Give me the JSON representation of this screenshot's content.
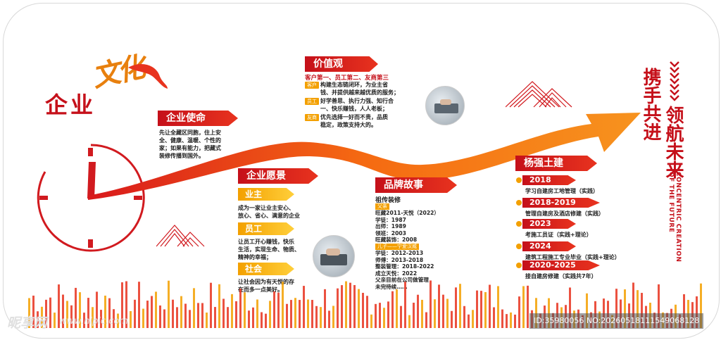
{
  "title": {
    "prefix": "企业",
    "calligraphy": "文化"
  },
  "colors": {
    "accent_red": "#c5101a",
    "accent_orange": "#f3a000",
    "arrow_orange": "#f56a12"
  },
  "mission": {
    "header": "企业使命",
    "text": "先让全藏区同胞，住上安\n全、健康、温暖、个性的\n家；如果有能力，把藏式\n装修传播到国外。"
  },
  "values": {
    "header": "价值观",
    "slogan": "客户第一、员工第二、友商第三",
    "items": [
      {
        "tag": "客户",
        "text": "构建生态链闭环，为业主省\n钱、并提供越来越优质的服务；"
      },
      {
        "tag": "员工",
        "text": "好学善思、执行力强、知行合\n一、快乐赚钱，人人老板；"
      },
      {
        "tag": "友商",
        "text": "优先选择一好而不贵，品质\n稳定，政策支持大的。"
      }
    ]
  },
  "vision": {
    "header": "企业愿景",
    "items": [
      {
        "tag": "业主",
        "text": "成为一家让业主安心、\n放心、省心、满意的企业"
      },
      {
        "tag": "员工",
        "text": "让员工开心赚钱，快乐\n生活，实现生命、物质、\n精神的幸福；"
      },
      {
        "tag": "社会",
        "text": "让社会因为有天悦的存\n在而多一点美好。"
      }
    ]
  },
  "brand_story": {
    "header": "品牌故事",
    "subtitle": "祖传装修",
    "tag1": "父亲",
    "lines1": [
      "旺藏2011-天悦（2022）",
      "学徒：1987",
      "出师：1989",
      "领班：2003",
      "旺藏装饰：2008"
    ],
    "tag2": "儿子——宁爱汉威",
    "lines2": [
      "学徒：2012-2013",
      "师傅：2013-2018",
      "整装管理：2018-2022",
      "成立天悦：2022",
      "父亲目前在公司做管理",
      "未完待续……"
    ]
  },
  "timeline": {
    "header": "杨强土建",
    "items": [
      {
        "year": "2018",
        "desc": "学习自建房工地管理（实践）"
      },
      {
        "year": "2018-2019",
        "desc": "管理自建房及酒店修建（实践）"
      },
      {
        "year": "2023",
        "desc": "考施工员证（实践+理论）"
      },
      {
        "year": "2024",
        "desc": "建筑工程施工专业毕业（实践+理论）"
      },
      {
        "year": "2020-2025",
        "desc": "接自建房修建（实践共7年）"
      }
    ]
  },
  "slogan_right": {
    "col1": "携手共进",
    "col2": "领航未来",
    "english": "CONCENTRIC CREATION OF THE FUTURE"
  },
  "watermark": {
    "logo": "昵享网",
    "url": "www.nipic.com",
    "id": "ID:35980056 NO:20260518111549068128"
  },
  "icons": [
    "clock-icon",
    "growth-arrow-icon",
    "mountain-icon",
    "chevron-down-icon",
    "laptop-photo-icon"
  ]
}
